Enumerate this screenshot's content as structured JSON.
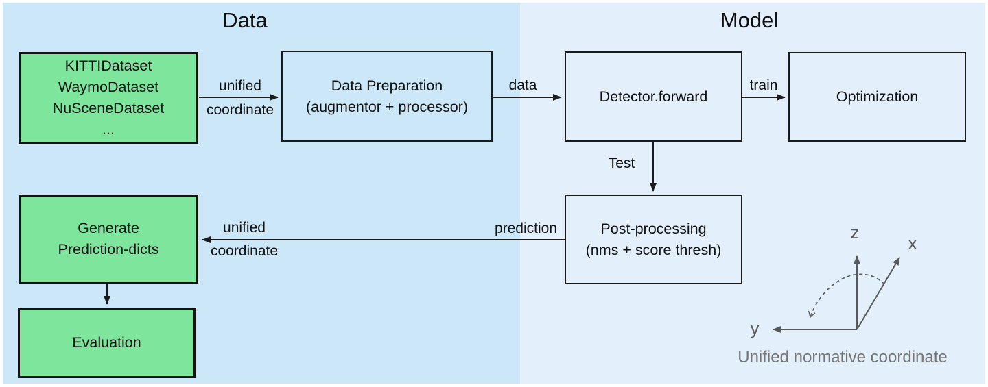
{
  "panels": {
    "data": {
      "title": "Data"
    },
    "model": {
      "title": "Model"
    }
  },
  "boxes": {
    "datasets": {
      "lines": [
        "KITTIDataset",
        "WaymoDataset",
        "NuSceneDataset",
        "..."
      ]
    },
    "data_preparation": {
      "lines": [
        "Data Preparation",
        "(augmentor + processor)"
      ]
    },
    "detector": {
      "lines": [
        "Detector.forward"
      ]
    },
    "optimization": {
      "lines": [
        "Optimization"
      ]
    },
    "post_processing": {
      "lines": [
        "Post-processing",
        "(nms + score thresh)"
      ]
    },
    "generate_prediction": {
      "lines": [
        "Generate",
        "Prediction-dicts"
      ]
    },
    "evaluation": {
      "lines": [
        "Evaluation"
      ]
    }
  },
  "edge_labels": {
    "unified_coordinate_top": {
      "line1": "unified",
      "line2": "coordinate"
    },
    "data": "data",
    "train": "train",
    "test": "Test",
    "prediction": "prediction",
    "unified_coordinate_bottom": {
      "line1": "unified",
      "line2": "coordinate"
    }
  },
  "axes": {
    "z_label": "z",
    "x_label": "x",
    "y_label": "y",
    "caption": "Unified normative coordinate"
  },
  "colors": {
    "panel_data_bg": "#cbe7f8",
    "panel_model_bg": "#e3f0fb",
    "green_box_fill": "#7de69c",
    "box_border": "#1a1a1a",
    "arrow": "#1c1c1c",
    "axes": "#595959",
    "caption_text": "#757575"
  }
}
